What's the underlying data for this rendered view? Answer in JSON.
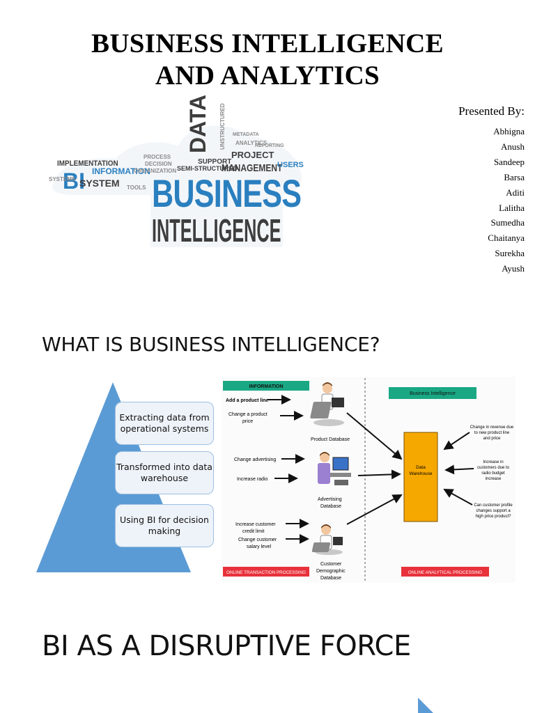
{
  "slide1": {
    "title_line1": "BUSINESS INTELLIGENCE",
    "title_line2": "AND ANALYTICS",
    "presented_by": "Presented By:",
    "members": [
      "Abhigna",
      "Anush",
      "Sandeep",
      "Barsa",
      "Aditi",
      "Lalitha",
      "Sumedha",
      "Chaitanya",
      "Surekha",
      "Ayush"
    ],
    "word_cloud": {
      "main": "BUSINESS",
      "sub": "INTELLIGENCE",
      "bi": "BI",
      "data": "DATA",
      "management": "MANAGEMENT",
      "information": "INFORMATION",
      "implementation": "IMPLEMENTATION",
      "system": "SYSTEM",
      "project": "PROJECT",
      "support": "SUPPORT",
      "semi_structured": "SEMI-STRUCTURED",
      "users": "USERS",
      "systems": "SYSTEMS",
      "organization": "ORGANIZATION",
      "unstructured": "UNSTRUCTURED",
      "metadata": "METADATA",
      "analytics": "ANALYTICS",
      "decision": "DECISION",
      "process": "PROCESS",
      "reporting": "REPORTING",
      "tools": "TOOLS"
    }
  },
  "slide2": {
    "heading": "WHAT IS BUSINESS INTELLIGENCE?",
    "pyramid_steps": [
      "Extracting data from operational systems",
      "Transformed into data warehouse",
      "Using BI for decision making"
    ],
    "diagram": {
      "information": "INFORMATION",
      "bi_header": "Business Intelligence",
      "add_product_line": "Add a product line",
      "change_product_price_1": "Change a product",
      "change_product_price_2": "price",
      "product_database": "Product Database",
      "change_advertising": "Change advertising",
      "increase_radio": "Increase radio",
      "advertising_db_1": "Advertising",
      "advertising_db_2": "Database",
      "increase_credit_1": "Increase customer",
      "increase_credit_2": "credit limit",
      "change_salary_1": "Change customer",
      "change_salary_2": "salary level",
      "customer_db_1": "Customer",
      "customer_db_2": "Demographic",
      "customer_db_3": "Database",
      "data_warehouse_1": "Data",
      "data_warehouse_2": "Warehouse",
      "q1_1": "Change in revenue due",
      "q1_2": "to new product line",
      "q1_3": "and price",
      "q2_1": "Increase in",
      "q2_2": "customers due to",
      "q2_3": "radio budget",
      "q2_4": "increase",
      "q3_1": "Can customer profile",
      "q3_2": "changes support a",
      "q3_3": "high price product?",
      "oltp": "ONLINE TRANSACTION PROCESSING",
      "olap": "ONLINE ANALYTICAL PROCESSING"
    }
  },
  "slide3": {
    "heading": "BI AS A DISRUPTIVE FORCE"
  },
  "colors": {
    "pyramid": "#5b9bd5",
    "teal_label": "#1aa784",
    "red_label": "#e8313b",
    "warehouse": "#f5a800",
    "cloud_blue": "#2a7fbf"
  }
}
